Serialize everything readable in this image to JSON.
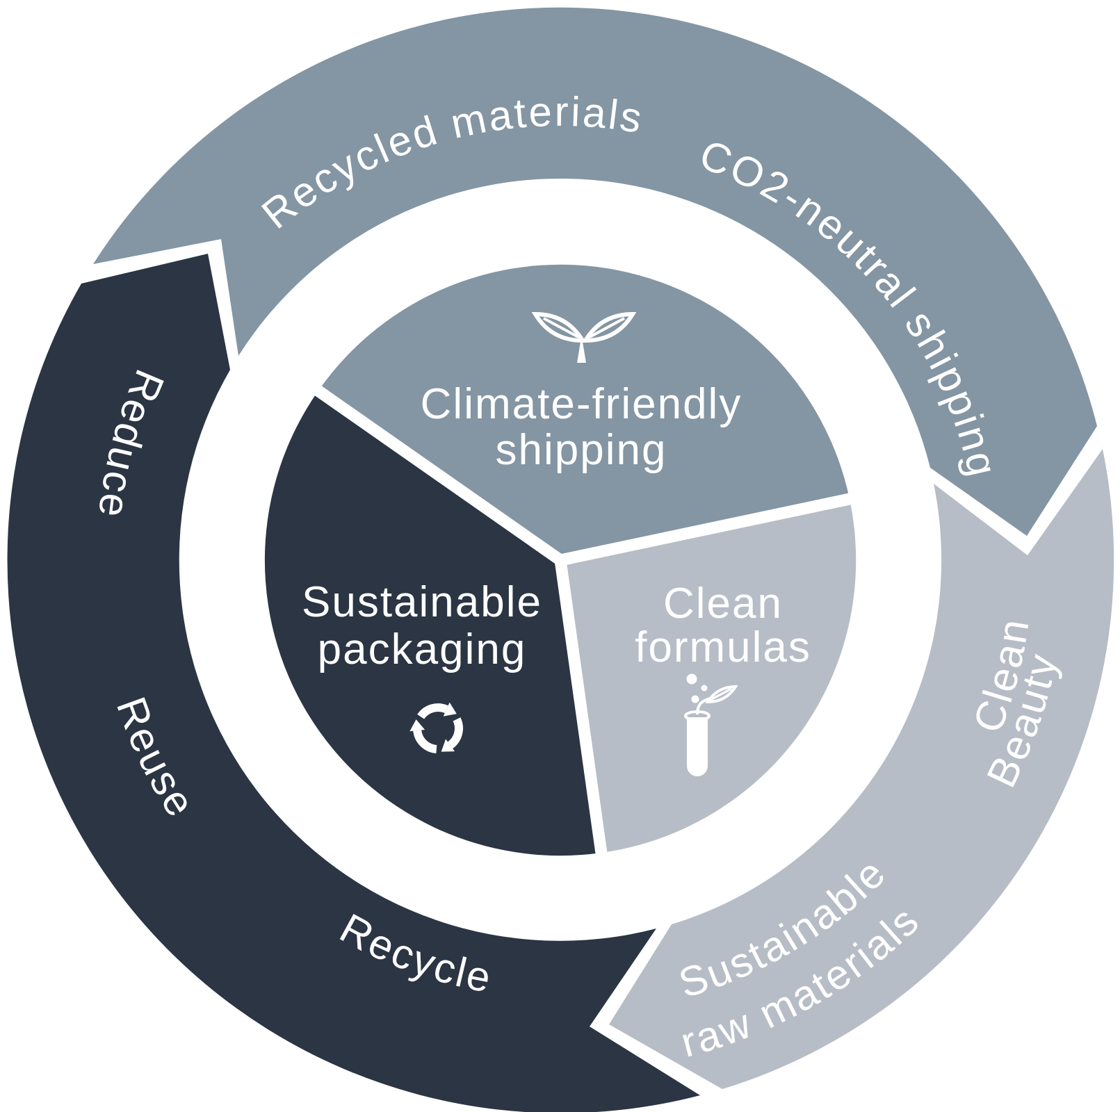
{
  "diagram": {
    "type": "circular-cycle-diagram",
    "theme": "sustainability",
    "background": "#FFFFFF"
  },
  "colors": {
    "slate": "#8495A3",
    "light": "#B7BDC6",
    "dark": "#2B3543",
    "label": "#FFFFFF"
  },
  "outer_ring": {
    "flow_direction": "clockwise",
    "segments": [
      {
        "id": "climate-shipping-segment",
        "color_key": "slate",
        "labels": {
          "recycled_materials": "Recycled materials",
          "co2_neutral_shipping": "CO2-neutral shipping"
        }
      },
      {
        "id": "clean-beauty-segment",
        "color_key": "light",
        "labels": {
          "clean": "Clean",
          "beauty": "Beauty",
          "sustainable": "Sustainable",
          "raw_materials": "raw materials"
        }
      },
      {
        "id": "packaging-segment",
        "color_key": "dark",
        "labels": {
          "reduce": "Reduce",
          "reuse": "Reuse",
          "recycle": "Recycle"
        }
      }
    ]
  },
  "inner_circle": {
    "sectors": [
      {
        "id": "climate-friendly-shipping",
        "color_key": "slate",
        "icon": "seedling-icon",
        "line1": "Climate-friendly",
        "line2": "shipping"
      },
      {
        "id": "clean-formulas",
        "color_key": "light",
        "icon": "test-tube-icon",
        "line1": "Clean",
        "line2": "formulas"
      },
      {
        "id": "sustainable-packaging",
        "color_key": "dark",
        "icon": "recycle-arrows-icon",
        "line1": "Sustainable",
        "line2": "packaging"
      }
    ]
  }
}
